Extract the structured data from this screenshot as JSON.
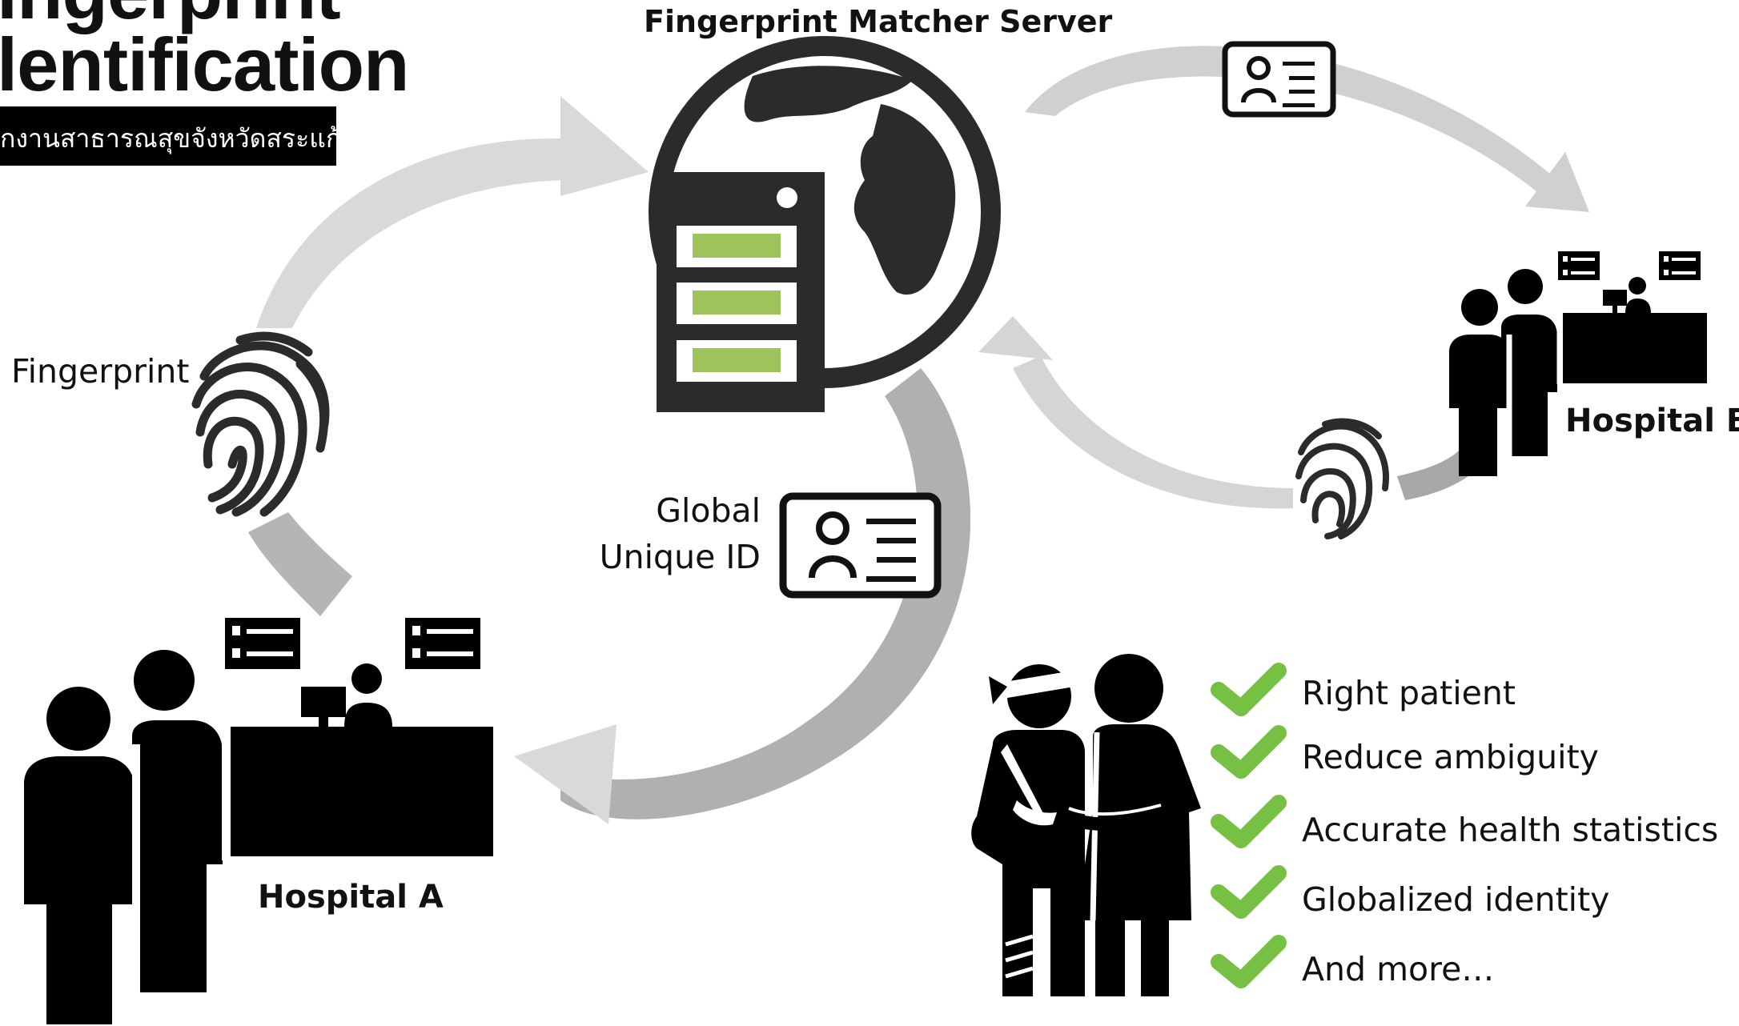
{
  "header": {
    "title_line1": "ingerprint",
    "title_line2": "lentification",
    "org_name": "กงานสาธารณสุขจังหวัดสระแก้ว"
  },
  "nodes": {
    "server_label": "Fingerprint Matcher Server",
    "hospital_a_label": "Hospital A",
    "hospital_b_label": "Hospital B"
  },
  "flows": {
    "fingerprint_label": "Fingerprint",
    "global_id_label_line1": "Global",
    "global_id_label_line2": "Unique ID"
  },
  "benefits": [
    "Right patient",
    "Reduce ambiguity",
    "Accurate health statistics",
    "Globalized identity",
    "And more…"
  ],
  "colors": {
    "arrow_light": "#d9d9d9",
    "arrow_mid": "#b5b5b5",
    "arrow_dark": "#9c9c9c",
    "icon_dark": "#2b2b2b",
    "server_slot_green": "#9ec35a",
    "check_green": "#76c043",
    "black": "#000000"
  }
}
